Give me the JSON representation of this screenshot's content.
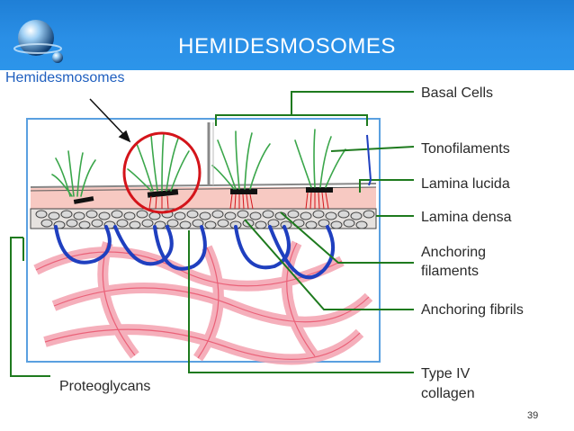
{
  "title": "HEMIDESMOSOMES",
  "diagram_label": "Hemidesmosomes",
  "labels": {
    "basal_cells": "Basal Cells",
    "tonofilaments": "Tonofilaments",
    "lamina_lucida": "Lamina lucida",
    "lamina_densa": "Lamina densa",
    "anchoring_filaments_1": "Anchoring",
    "anchoring_filaments_2": "filaments",
    "anchoring_fibrils": "Anchoring fibrils",
    "type_iv_collagen_1": "Type IV",
    "type_iv_collagen_2": "collagen",
    "proteoglycans": "Proteoglycans"
  },
  "page_number": "39",
  "colors": {
    "banner": "#2a8fe6",
    "leader": "#1e7a1e",
    "highlight_circle": "#d4141a",
    "frame": "#5aa0e0"
  }
}
